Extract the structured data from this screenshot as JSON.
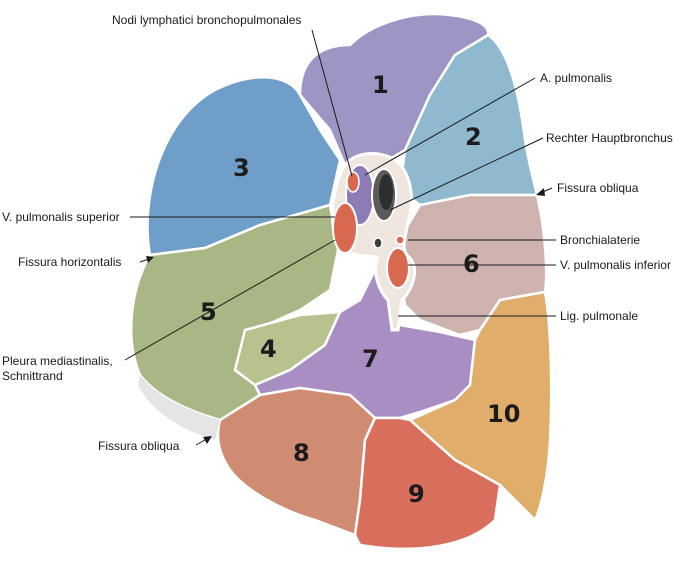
{
  "labels": {
    "nodi": "Nodi lymphatici bronchopulmonales",
    "a_pulmonalis": "A. pulmonalis",
    "hauptbronchus": "Rechter Hauptbronchus",
    "fissura_obliqua_top": "Fissura obliqua",
    "v_pulm_superior": "V. pulmonalis superior",
    "bronchialaterie": "Bronchialaterie",
    "fissura_horizontalis": "Fissura horizontalis",
    "v_pulm_inferior": "V. pulmonalis inferior",
    "lig_pulmonale": "Lig. pulmonale",
    "pleura_line1": "Pleura mediastinalis,",
    "pleura_line2": "Schnittrand",
    "fissura_obliqua_bottom": "Fissura obliqua"
  },
  "segments": {
    "s1": "1",
    "s2": "2",
    "s3": "3",
    "s4": "4",
    "s5": "5",
    "s6": "6",
    "s7": "7",
    "s8": "8",
    "s9": "9",
    "s10": "10"
  },
  "colors": {
    "seg1": "#9d95c4",
    "seg2": "#8fb9cf",
    "seg3": "#6f9ec9",
    "seg4": "#b7c28f",
    "seg5": "#a9b784",
    "seg6": "#cdb2ad",
    "seg7": "#a98ec4",
    "seg8": "#cf8c72",
    "seg9": "#d96e5c",
    "seg10": "#e1ad6b",
    "vein": "#d9694e",
    "outline": "#ffffff"
  }
}
